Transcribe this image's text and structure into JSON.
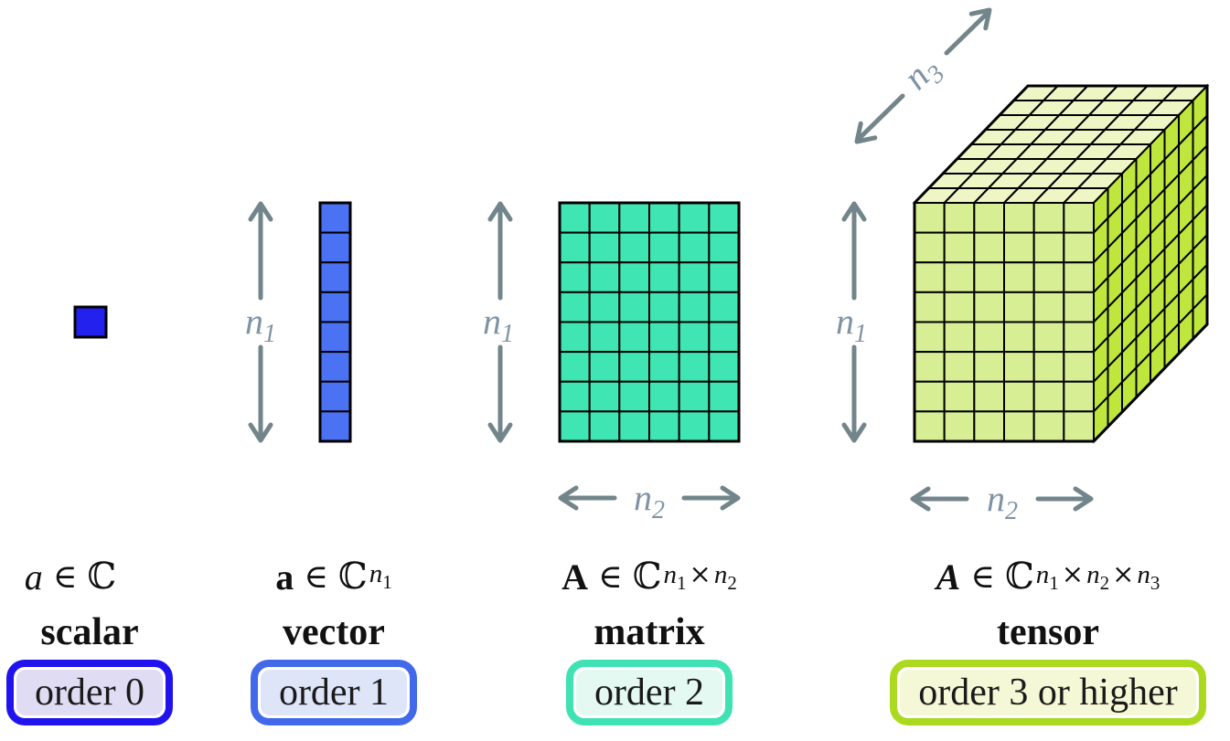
{
  "columns": [
    {
      "key": "scalar",
      "math": {
        "symbol": "a",
        "style": "italic",
        "element_of": "∈",
        "set": "ℂ",
        "superscript": []
      },
      "name": "scalar",
      "badge": {
        "label": "order 0",
        "border_color": "#2013ee",
        "fill_color": "#dfdcf3"
      }
    },
    {
      "key": "vector",
      "math": {
        "symbol": "a",
        "style": "bold",
        "element_of": "∈",
        "set": "ℂ",
        "superscript": [
          {
            "var": "n",
            "sub": "1"
          }
        ]
      },
      "name": "vector",
      "badge": {
        "label": "order 1",
        "border_color": "#4269ea",
        "fill_color": "#dfe5f9"
      }
    },
    {
      "key": "matrix",
      "math": {
        "symbol": "A",
        "style": "bold",
        "element_of": "∈",
        "set": "ℂ",
        "superscript": [
          {
            "var": "n",
            "sub": "1"
          },
          {
            "op": "×"
          },
          {
            "var": "n",
            "sub": "2"
          }
        ]
      },
      "name": "matrix",
      "badge": {
        "label": "order 2",
        "border_color": "#3fe2b2",
        "fill_color": "#e3f9f1"
      }
    },
    {
      "key": "tensor",
      "math": {
        "symbol": "A",
        "style": "calligraphic",
        "element_of": "∈",
        "set": "ℂ",
        "superscript": [
          {
            "var": "n",
            "sub": "1"
          },
          {
            "op": "×"
          },
          {
            "var": "n",
            "sub": "2"
          },
          {
            "op": "×"
          },
          {
            "var": "n",
            "sub": "3"
          }
        ]
      },
      "name": "tensor",
      "badge": {
        "label": "order 3 or higher",
        "border_color": "#aad91e",
        "fill_color": "#f4f8d6"
      }
    }
  ],
  "figure": {
    "background": "#ffffff",
    "grid_line_color": "#000000",
    "arrow_color": "#72858a",
    "dim_label_color": "#8093a4",
    "scalar": {
      "rows": 1,
      "cols": 1,
      "color": "#2221ee"
    },
    "vector": {
      "rows": 8,
      "cols": 1,
      "color": "#4a72f2"
    },
    "matrix": {
      "rows": 8,
      "cols": 6,
      "color": "#3fe6b4"
    },
    "tensor": {
      "rows": 8,
      "cols": 6,
      "depth": 8,
      "front_color": "#d8ee95",
      "top_color": "#eef6c6",
      "side_color": "#bfe63c"
    },
    "dimension_labels": {
      "n1": {
        "var": "n",
        "sub": "1"
      },
      "n2": {
        "var": "n",
        "sub": "2"
      },
      "n3": {
        "var": "n",
        "sub": "3"
      }
    }
  }
}
